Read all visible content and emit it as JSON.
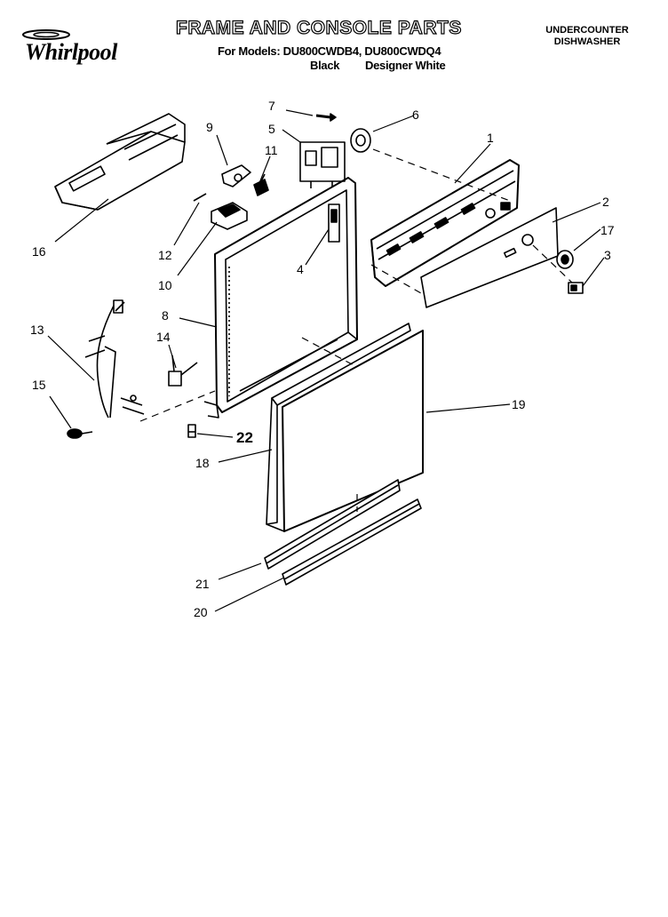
{
  "header": {
    "title": "FRAME AND CONSOLE PARTS",
    "models_line": "For Models: DU800CWDB4, DU800CWDQ4",
    "variant_black": "Black",
    "variant_white": "Designer White",
    "appliance_line1": "UNDERCOUNTER",
    "appliance_line2": "DISHWASHER"
  },
  "brand": {
    "name": "Whirlpool",
    "icon": "whirlpool-logo-icon"
  },
  "callouts": [
    "1",
    "2",
    "3",
    "4",
    "5",
    "6",
    "7",
    "8",
    "9",
    "10",
    "11",
    "12",
    "13",
    "14",
    "15",
    "16",
    "17",
    "18",
    "19",
    "20",
    "21",
    "22"
  ]
}
